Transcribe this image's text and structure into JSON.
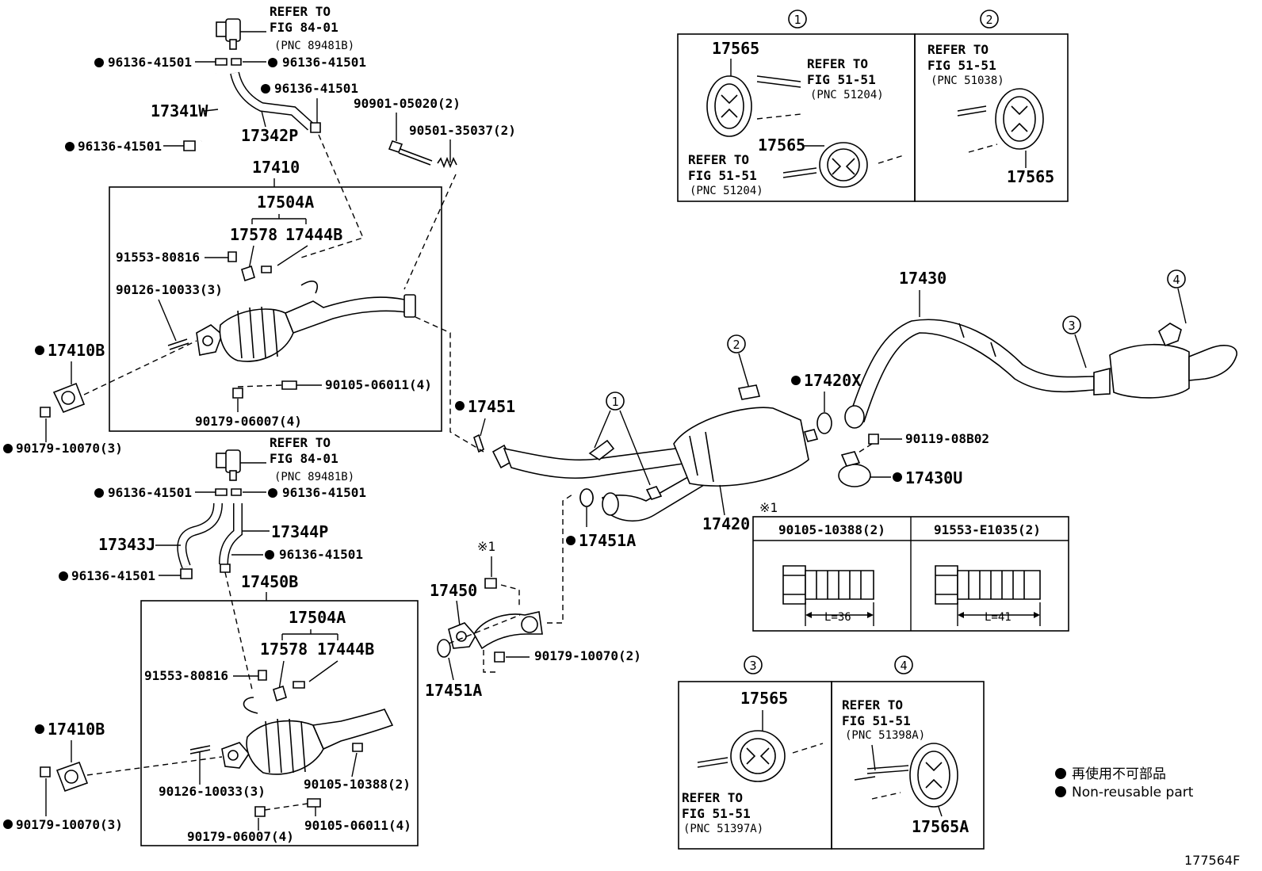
{
  "refers": {
    "top_sensor": {
      "line1": "REFER TO",
      "line2": "FIG 84-01",
      "line3": "(PNC 89481B)"
    },
    "mid_sensor": {
      "line1": "REFER TO",
      "line2": "FIG 84-01",
      "line3": "(PNC 89481B)"
    },
    "box1_a": {
      "line1": "REFER TO",
      "line2": "FIG 51-51",
      "line3": "(PNC 51204)"
    },
    "box1_b": {
      "line1": "REFER TO",
      "line2": "FIG 51-51",
      "line3": "(PNC 51204)"
    },
    "box2": {
      "line1": "REFER TO",
      "line2": "FIG 51-51",
      "line3": "(PNC 51038)"
    },
    "box3": {
      "line1": "REFER TO",
      "line2": "FIG 51-51",
      "line3": "(PNC 51397A)"
    },
    "box4": {
      "line1": "REFER TO",
      "line2": "FIG 51-51",
      "line3": "(PNC 51398A)"
    }
  },
  "labels": {
    "clip_a": "96136-41501",
    "clip_b": "96136-41501",
    "clip_c": "96136-41501",
    "clip_d": "96136-41501",
    "hose_17341W": "17341W",
    "hose_17342P": "17342P",
    "bolt_90901": "90901-05020(2)",
    "spring_90501": "90501-35037(2)",
    "conv_17410": "17410",
    "sub_17504A": "17504A",
    "p_17578": "17578",
    "p_17444B": "17444B",
    "p_91553": "91553-80816",
    "p_90126": "90126-10033(3)",
    "gasket_17410B": "17410B",
    "nut_90179_10070": "90179-10070(3)",
    "bolt_90105_06011": "90105-06011(4)",
    "nut_90179_06007": "90179-06007(4)",
    "gasket_17451": "17451",
    "clip_e": "96136-41501",
    "clip_f": "96136-41501",
    "clip_g": "96136-41501",
    "clip_h": "96136-41501",
    "hose_17343J": "17343J",
    "hose_17344P": "17344P",
    "conv_17450B": "17450B",
    "sub2_17504A": "17504A",
    "p2_17578": "17578",
    "p2_17444B": "17444B",
    "p2_91553": "91553-80816",
    "p2_90126": "90126-10033(3)",
    "p2_90105_10388": "90105-10388(2)",
    "gasket2_17410B": "17410B",
    "nut2_90179_10070": "90179-10070(3)",
    "bolt2_90105_06011": "90105-06011(4)",
    "nut2_90179_06007": "90179-06007(4)",
    "pipe_17450": "17450",
    "gasket_17451A_a": "17451A",
    "gasket_17451A_b": "17451A",
    "nut_90179_10070_2": "90179-10070(2)",
    "note_mark": "※1",
    "muffler_17420": "17420",
    "gasket_17420X": "17420X",
    "bolt_90119": "90119-08B02",
    "clamp_17430U": "17430U",
    "tail_17430": "17430",
    "code": "177564F"
  },
  "callouts": {
    "c1": "1",
    "c2": "2",
    "c3": "3",
    "c4": "4"
  },
  "boxes": {
    "box1": {
      "num": "1",
      "p1": "17565",
      "p2": "17565"
    },
    "box2": {
      "num": "2",
      "p1": "17565"
    },
    "box3": {
      "num": "3",
      "p1": "17565"
    },
    "box4": {
      "num": "4",
      "p1": "17565A"
    }
  },
  "note_table": {
    "mark": "※1",
    "col1": {
      "part": "90105-10388(2)",
      "length": "L=36"
    },
    "col2": {
      "part": "91553-E1035(2)",
      "length": "L=41"
    }
  },
  "legend": {
    "ja": "再使用不可部品",
    "en": "Non-reusable part"
  }
}
